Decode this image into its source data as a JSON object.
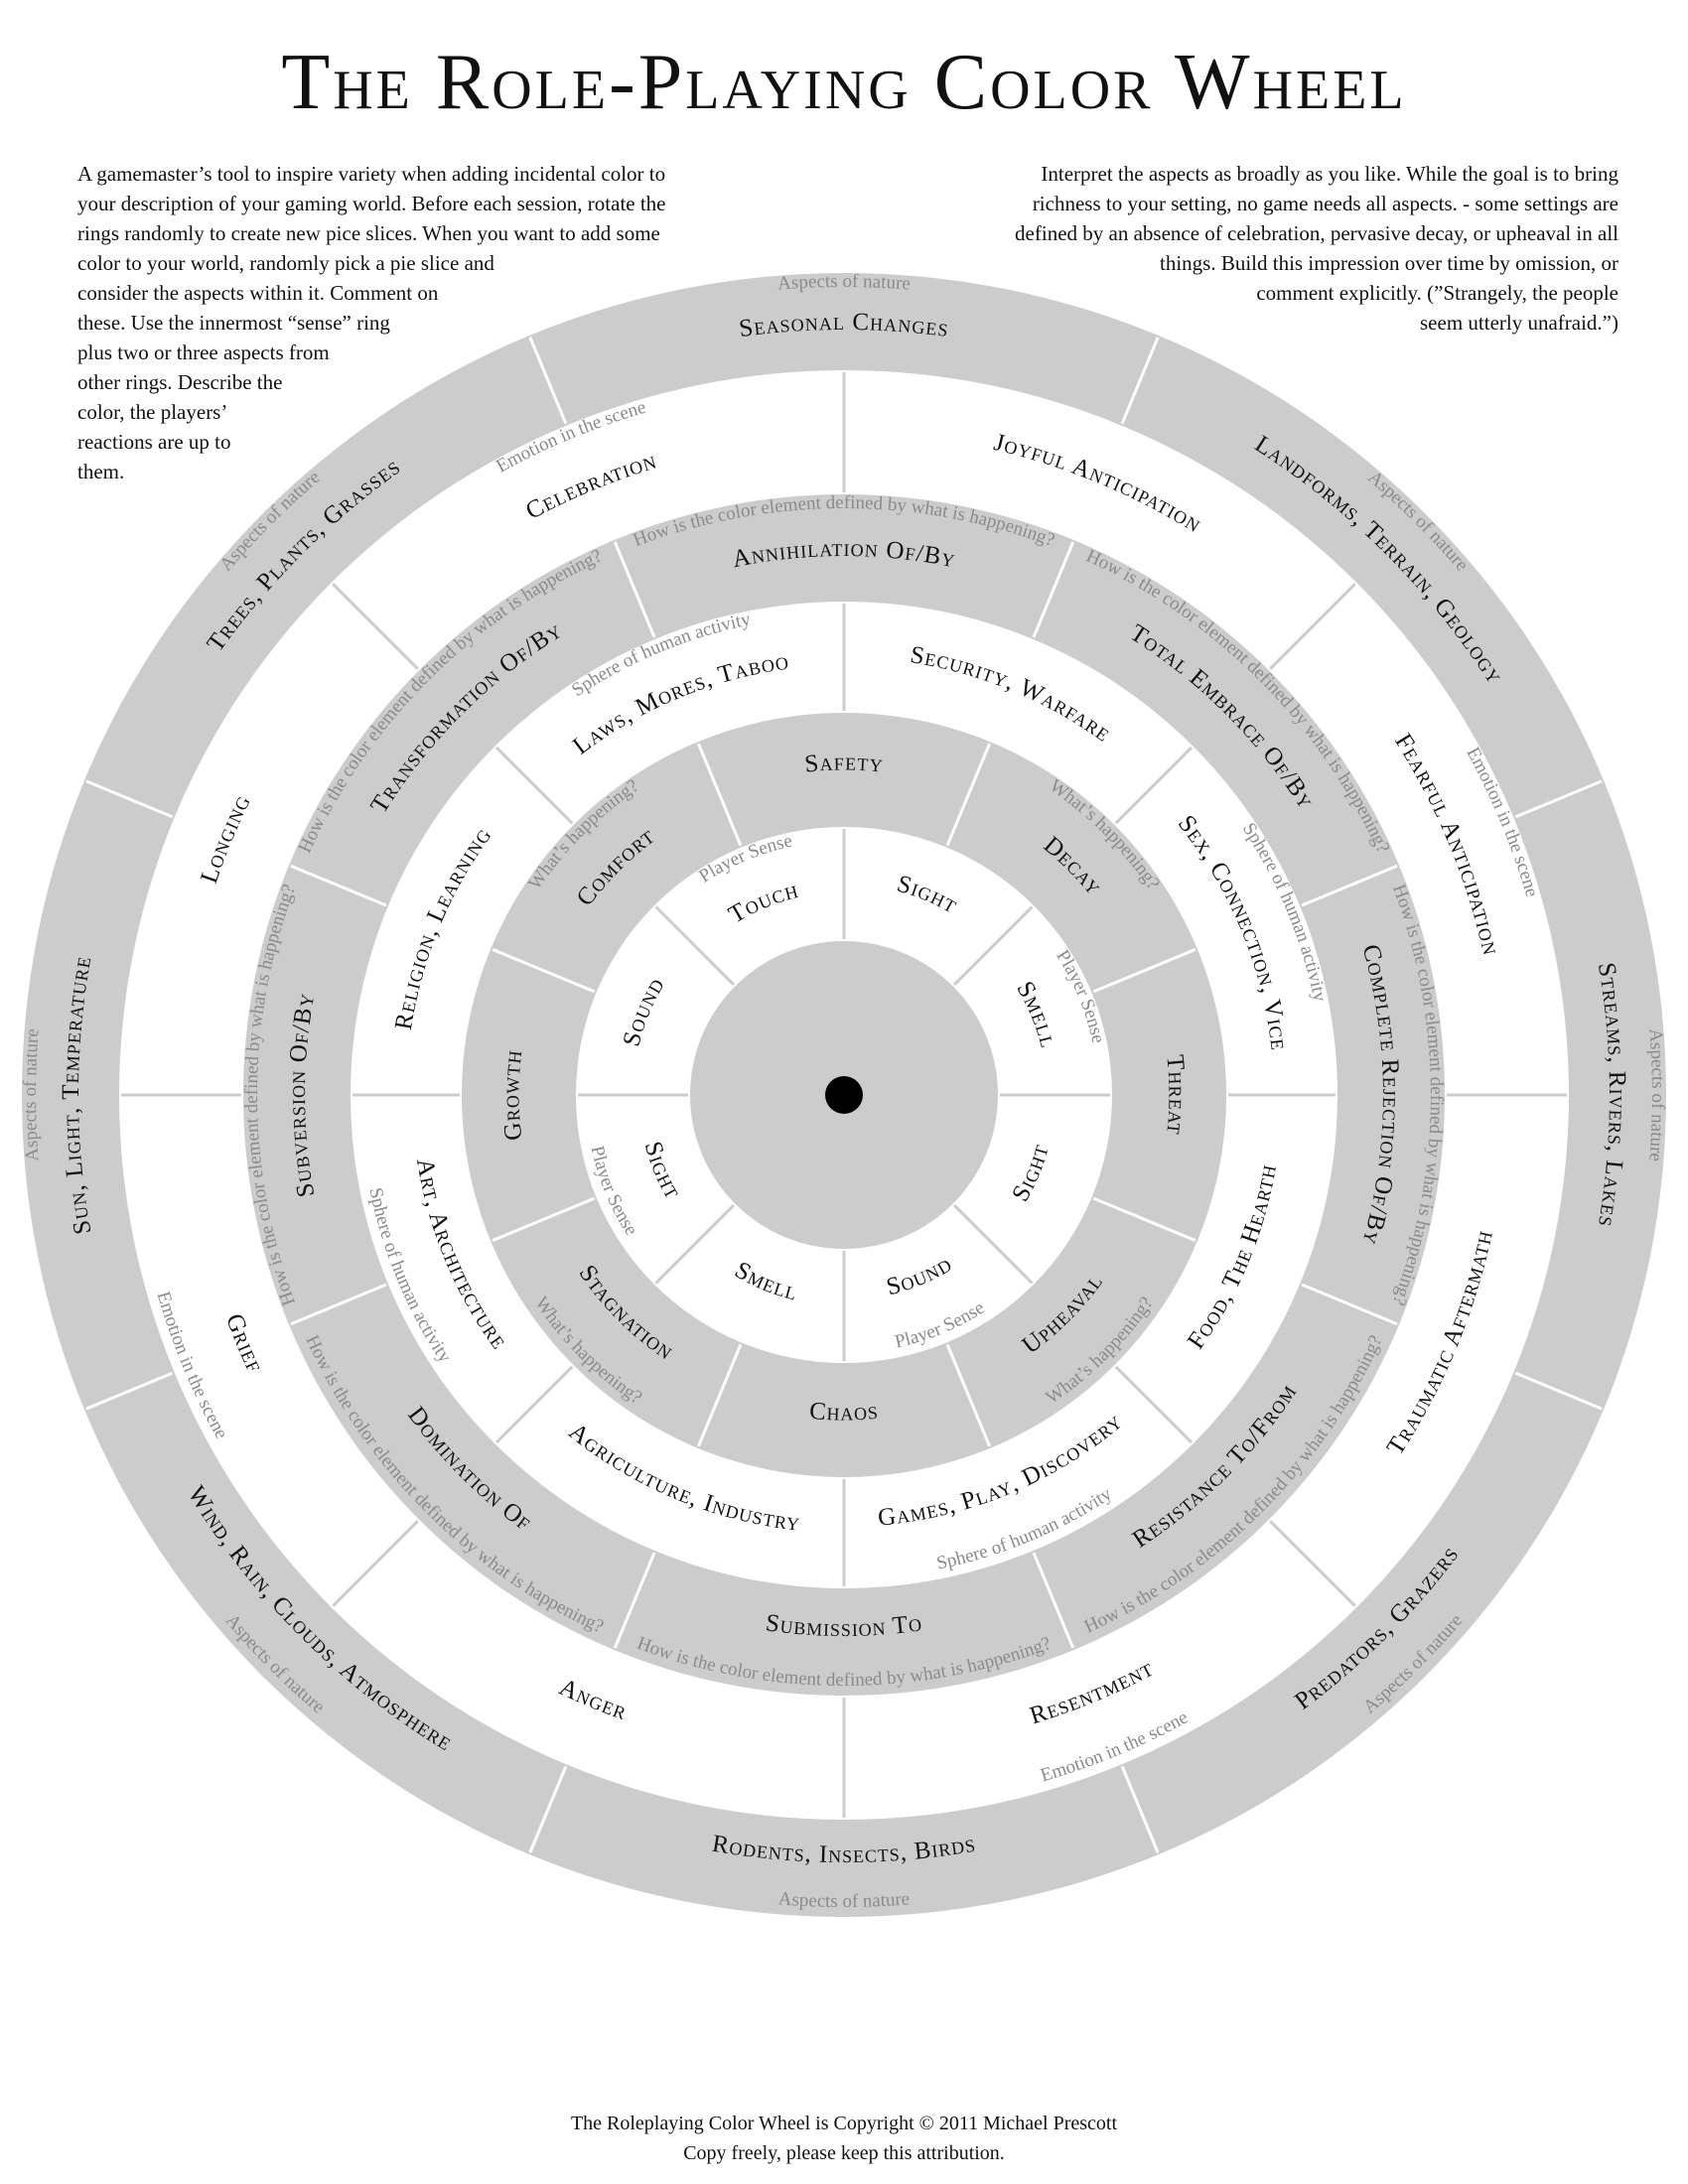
{
  "title": "The Role-Playing Color Wheel",
  "intro_left": [
    "A gamemaster’s tool to inspire variety when adding incidental color to",
    "your description of your gaming world. Before each session, rotate the",
    "rings randomly to create new pice slices. When you want to add some",
    "color to your world, randomly pick a pie slice and",
    "consider the aspects within it. Comment on",
    "these. Use the innermost “sense” ring",
    "plus two or three aspects from",
    "other rings. Describe the",
    "color, the players’",
    "reactions are up to",
    "them."
  ],
  "intro_right": [
    "Interpret the aspects as broadly as you like. While the goal is to bring",
    "richness to your setting, no game needs all aspects. - some settings are",
    "defined by an absence of celebration, pervasive decay, or upheaval in all",
    "things. Build this impression over time by omission, or",
    "comment explicitly. (”Strangely, the people",
    "seem utterly unafraid.”)"
  ],
  "colors": {
    "ring_gray": "#cccccc",
    "ring_white": "#ffffff",
    "ink": "#111111",
    "hint": "#8a8a8a"
  },
  "rings": [
    {
      "name": "sense",
      "hint": "Player Sense",
      "labels": [
        "Sight",
        "Smell",
        "Sight",
        "Sound",
        "Smell",
        "Sight",
        "Sound",
        "Touch"
      ],
      "hints_shown": [
        false,
        true,
        false,
        true,
        false,
        true,
        false,
        true
      ]
    },
    {
      "name": "happening",
      "hint": "What’s happening?",
      "labels": [
        "Safety",
        "Decay",
        "Threat",
        "Upheaval",
        "Chaos",
        "Stagnation",
        "Growth",
        "Comfort"
      ],
      "hints_shown": [
        false,
        true,
        false,
        true,
        false,
        true,
        false,
        true
      ]
    },
    {
      "name": "sphere",
      "hint": "Sphere of human activity",
      "labels": [
        "Security, Warfare",
        "Sex, Connection, Vice",
        "Food, The Hearth",
        "Games, Play, Discovery",
        "Agriculture, Industry",
        "Art, Architecture",
        "Religion, Learning",
        "Laws, Mores, Taboo"
      ],
      "hints_shown": [
        false,
        true,
        false,
        true,
        false,
        true,
        false,
        true
      ]
    },
    {
      "name": "defined",
      "hint": "How is the color element defined by what is happening?",
      "labels": [
        "Annihilation Of/By",
        "Total Embrace Of/By",
        "Complete Rejection Of/By",
        "Resistance To/From",
        "Submission To",
        "Domination Of",
        "Subversion Of/By",
        "Transformation Of/By"
      ],
      "hints_shown": [
        true,
        true,
        true,
        true,
        true,
        true,
        true,
        true
      ]
    },
    {
      "name": "emotion",
      "hint": "Emotion in the scene",
      "labels": [
        "Joyful Anticipation",
        "Fearful Anticipation",
        "Traumatic Aftermath",
        "Resentment",
        "Anger",
        "Grief",
        "Longing",
        "Celebration"
      ],
      "hints_shown": [
        false,
        true,
        false,
        true,
        false,
        true,
        false,
        true
      ]
    },
    {
      "name": "nature",
      "hint": "Aspects of nature",
      "labels": [
        "Seasonal Changes",
        "Landforms, Terrain, Geology",
        "Streams, Rivers, Lakes",
        "Predators, Grazers",
        "Rodents, Insects, Birds",
        "Wind, Rain, Clouds, Atmosphere",
        "Sun, Light, Temperature",
        "Trees, Plants, Grasses"
      ],
      "hints_shown": [
        true,
        true,
        true,
        true,
        true,
        true,
        true,
        true
      ]
    }
  ],
  "footer": [
    "The Roleplaying Color Wheel is Copyright © 2011 Michael Prescott",
    "Copy freely, please keep this attribution."
  ]
}
